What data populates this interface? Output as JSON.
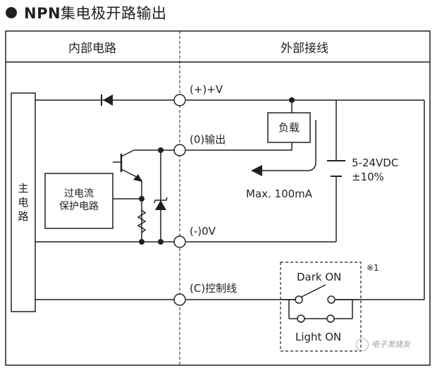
{
  "title": {
    "bold": "NPN",
    "rest": "集电极开路输出"
  },
  "table": {
    "left_header": "内部电路",
    "right_header": "外部接线"
  },
  "internal": {
    "main_circuit": [
      "主",
      "电",
      "路"
    ],
    "protection_line1": "过电流",
    "protection_line2": "保护电路"
  },
  "terminals": {
    "plus_v": "(+)+V",
    "output": "(0)输出",
    "zero_v": "(-)0V",
    "control": "(C)控制线"
  },
  "external": {
    "load": "负载",
    "current": "Max. 100mA",
    "supply_line1": "5-24VDC",
    "supply_line2": "±10%",
    "note_mark": "※1",
    "dark_on": "Dark ON",
    "light_on": "Light ON"
  },
  "watermark": "电子发烧友",
  "colors": {
    "line": "#231f20",
    "background": "#ffffff",
    "watermark": "#9aa0a6"
  }
}
